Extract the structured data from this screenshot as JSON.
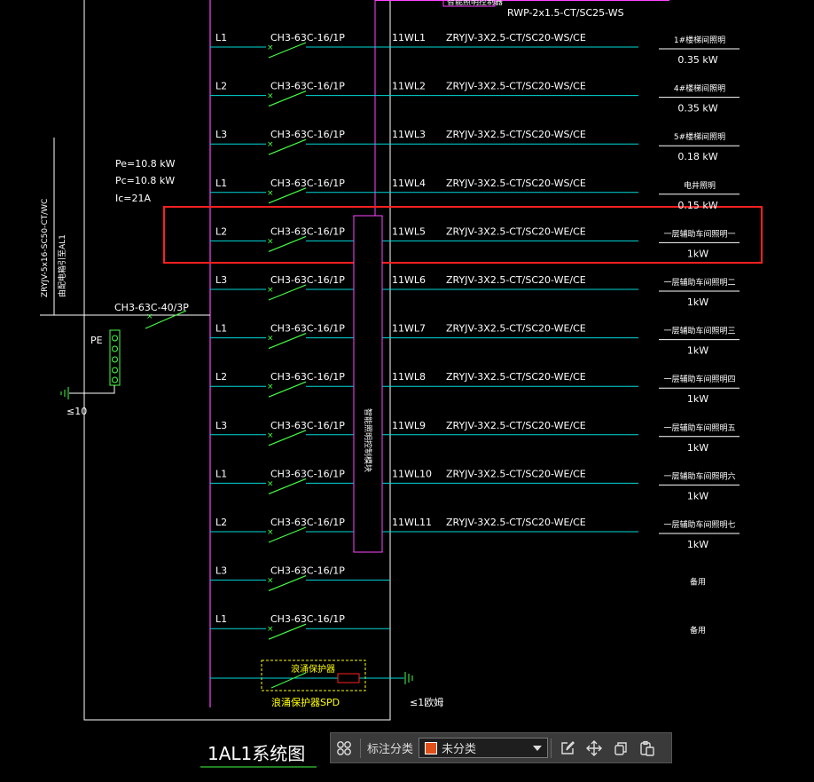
{
  "diagram": {
    "title": "1AL1系统图",
    "top_cable": "RWP-2x1.5-CT/SC25-WS",
    "top_box_label": "智能照明控制器",
    "load_info": {
      "pe": "Pe=10.8 kW",
      "pc": "Pc=10.8 kW",
      "ic": "Ic=21A"
    },
    "incoming_cable": "ZRYJV-5x16-SC50-CT/WC",
    "incoming_source": "由配电箱引至AL1",
    "main_breaker": "CH3-63C-40/3P",
    "pe_label": "PE",
    "ground_left": "≤10",
    "module_label": "智能照明控制模块",
    "spd_box_label": "浪涌保护器",
    "spd_label": "浪涌保护器SPD",
    "ground_right": "≤1欧姆",
    "circuits": [
      {
        "phase": "L1",
        "breaker": "CH3-63C-16/1P",
        "id": "11WL1",
        "cable": "ZRYJV-3X2.5-CT/SC20-WS/CE",
        "name": "1#楼梯间照明",
        "power": "0.35 kW"
      },
      {
        "phase": "L2",
        "breaker": "CH3-63C-16/1P",
        "id": "11WL2",
        "cable": "ZRYJV-3X2.5-CT/SC20-WS/CE",
        "name": "4#楼梯间照明",
        "power": "0.35 kW"
      },
      {
        "phase": "L3",
        "breaker": "CH3-63C-16/1P",
        "id": "11WL3",
        "cable": "ZRYJV-3X2.5-CT/SC20-WS/CE",
        "name": "5#楼梯间照明",
        "power": "0.18 kW"
      },
      {
        "phase": "L1",
        "breaker": "CH3-63C-16/1P",
        "id": "11WL4",
        "cable": "ZRYJV-3X2.5-CT/SC20-WS/CE",
        "name": "电井照明",
        "power": "0.15 kW"
      },
      {
        "phase": "L2",
        "breaker": "CH3-63C-16/1P",
        "id": "11WL5",
        "cable": "ZRYJV-3X2.5-CT/SC20-WE/CE",
        "name": "一层辅助车间照明一",
        "power": "1kW"
      },
      {
        "phase": "L3",
        "breaker": "CH3-63C-16/1P",
        "id": "11WL6",
        "cable": "ZRYJV-3X2.5-CT/SC20-WE/CE",
        "name": "一层辅助车间照明二",
        "power": "1kW"
      },
      {
        "phase": "L1",
        "breaker": "CH3-63C-16/1P",
        "id": "11WL7",
        "cable": "ZRYJV-3X2.5-CT/SC20-WE/CE",
        "name": "一层辅助车间照明三",
        "power": "1kW"
      },
      {
        "phase": "L2",
        "breaker": "CH3-63C-16/1P",
        "id": "11WL8",
        "cable": "ZRYJV-3X2.5-CT/SC20-WE/CE",
        "name": "一层辅助车间照明四",
        "power": "1kW"
      },
      {
        "phase": "L3",
        "breaker": "CH3-63C-16/1P",
        "id": "11WL9",
        "cable": "ZRYJV-3X2.5-CT/SC20-WE/CE",
        "name": "一层辅助车间照明五",
        "power": "1kW"
      },
      {
        "phase": "L1",
        "breaker": "CH3-63C-16/1P",
        "id": "11WL10",
        "cable": "ZRYJV-3X2.5-CT/SC20-WE/CE",
        "name": "一层辅助车间照明六",
        "power": "1kW"
      },
      {
        "phase": "L2",
        "breaker": "CH3-63C-16/1P",
        "id": "11WL11",
        "cable": "ZRYJV-3X2.5-CT/SC20-WE/CE",
        "name": "一层辅助车间照明七",
        "power": "1kW"
      },
      {
        "phase": "L3",
        "breaker": "CH3-63C-16/1P",
        "id": "",
        "cable": "",
        "name": "备用",
        "power": ""
      },
      {
        "phase": "L1",
        "breaker": "CH3-63C-16/1P",
        "id": "",
        "cable": "",
        "name": "备用",
        "power": ""
      }
    ],
    "highlighted_circuit": 4,
    "colors": {
      "bus": "#ff44ff",
      "wire": "#00d8d8",
      "breaker": "#44ff44",
      "highlight": "#ff2020",
      "spd": "#ffff00"
    }
  },
  "toolbar": {
    "label": "标注分类",
    "select_value": "未分类",
    "icons": [
      "grid-icon",
      "edit-icon",
      "move-icon",
      "copy-icon",
      "paste-icon"
    ]
  }
}
